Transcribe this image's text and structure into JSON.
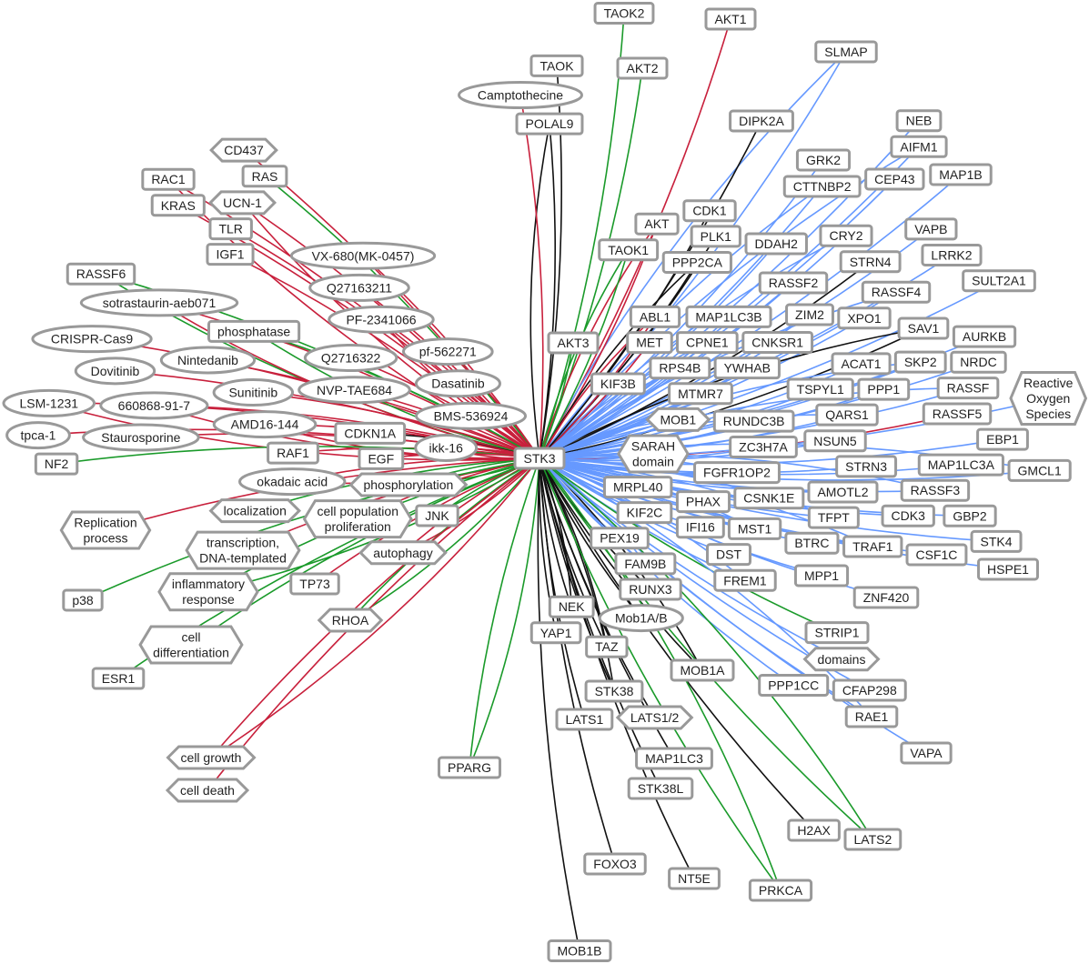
{
  "title": "STK3 interaction network",
  "center": {
    "label": "STK3",
    "shape": "rect"
  },
  "edge_colors": {
    "red": "#c8203c",
    "green": "#1a9a2a",
    "black": "#111111",
    "blue": "#6699ff"
  },
  "node_style": {
    "stroke": "#999999",
    "fill": "#ffffff"
  },
  "nodes": [
    {
      "label": "TAOK2",
      "shape": "rect",
      "rel": "green"
    },
    {
      "label": "AKT1",
      "shape": "rect",
      "rel": "red"
    },
    {
      "label": "SLMAP",
      "shape": "rect",
      "rel": "blue"
    },
    {
      "label": "TAOK",
      "shape": "rect",
      "rel": "black"
    },
    {
      "label": "AKT2",
      "shape": "rect",
      "rel": "green"
    },
    {
      "label": "POLAL9",
      "shape": "rect",
      "rel": "black"
    },
    {
      "label": "Camptothecine",
      "shape": "ellipse",
      "rel": "red"
    },
    {
      "label": "DIPK2A",
      "shape": "rect",
      "rel": "black"
    },
    {
      "label": "AIFM1",
      "shape": "rect",
      "rel": "blue"
    },
    {
      "label": "NEB",
      "shape": "rect",
      "rel": "blue"
    },
    {
      "label": "GRK2",
      "shape": "rect",
      "rel": "blue"
    },
    {
      "label": "CTTNBP2",
      "shape": "rect",
      "rel": "blue"
    },
    {
      "label": "CEP43",
      "shape": "rect",
      "rel": "blue"
    },
    {
      "label": "MAP1B",
      "shape": "rect",
      "rel": "blue"
    },
    {
      "label": "AKT",
      "shape": "rect",
      "rel": "red"
    },
    {
      "label": "CDK1",
      "shape": "rect",
      "rel": "black"
    },
    {
      "label": "PLK1",
      "shape": "rect",
      "rel": "black"
    },
    {
      "label": "TAOK1",
      "shape": "rect",
      "rel": "green"
    },
    {
      "label": "DDAH2",
      "shape": "rect",
      "rel": "blue"
    },
    {
      "label": "VAPB",
      "shape": "rect",
      "rel": "blue"
    },
    {
      "label": "CRY2",
      "shape": "rect",
      "rel": "blue"
    },
    {
      "label": "STRN4",
      "shape": "rect",
      "rel": "black"
    },
    {
      "label": "LRRK2",
      "shape": "rect",
      "rel": "blue"
    },
    {
      "label": "PPP2CA",
      "shape": "rect",
      "rel": "black"
    },
    {
      "label": "SULT2A1",
      "shape": "rect",
      "rel": "blue"
    },
    {
      "label": "RASSF2",
      "shape": "rect",
      "rel": "blue"
    },
    {
      "label": "RASSF4",
      "shape": "rect",
      "rel": "blue"
    },
    {
      "label": "ZIM2",
      "shape": "rect",
      "rel": "blue"
    },
    {
      "label": "XPO1",
      "shape": "rect",
      "rel": "blue"
    },
    {
      "label": "SAV1",
      "shape": "rect",
      "rel": "black"
    },
    {
      "label": "MAP1LC3B",
      "shape": "rect",
      "rel": "blue"
    },
    {
      "label": "CNKSR1",
      "shape": "rect",
      "rel": "blue"
    },
    {
      "label": "ABL1",
      "shape": "rect",
      "rel": "red"
    },
    {
      "label": "AKT3",
      "shape": "rect",
      "rel": "green"
    },
    {
      "label": "MET",
      "shape": "rect",
      "rel": "red"
    },
    {
      "label": "CPNE1",
      "shape": "rect",
      "rel": "blue"
    },
    {
      "label": "AURKB",
      "shape": "rect",
      "rel": "blue"
    },
    {
      "label": "ACAT1",
      "shape": "rect",
      "rel": "blue"
    },
    {
      "label": "SKP2",
      "shape": "rect",
      "rel": "blue"
    },
    {
      "label": "NRDC",
      "shape": "rect",
      "rel": "blue"
    },
    {
      "label": "KIF3B",
      "shape": "rect",
      "rel": "blue"
    },
    {
      "label": "RPS4B",
      "shape": "rect",
      "rel": "blue"
    },
    {
      "label": "YWHAB",
      "shape": "rect",
      "rel": "blue"
    },
    {
      "label": "PPP1",
      "shape": "rect",
      "rel": "blue"
    },
    {
      "label": "RASSF",
      "shape": "rect",
      "rel": "blue"
    },
    {
      "label": "TSPYL1",
      "shape": "rect",
      "rel": "blue"
    },
    {
      "label": "MTMR7",
      "shape": "rect",
      "rel": "blue"
    },
    {
      "label": "QARS1",
      "shape": "rect",
      "rel": "blue"
    },
    {
      "label": "RASSF5",
      "shape": "rect",
      "rel": "red"
    },
    {
      "label": "Reactive\nOxygen\nSpecies",
      "shape": "hex",
      "rel": "blue"
    },
    {
      "label": "MOB1",
      "shape": "hex",
      "rel": "blue"
    },
    {
      "label": "RUNDC3B",
      "shape": "rect",
      "rel": "blue"
    },
    {
      "label": "SARAH\ndomain",
      "shape": "hex",
      "rel": "blue"
    },
    {
      "label": "FGFR1OP2",
      "shape": "rect",
      "rel": "blue"
    },
    {
      "label": "ZC3H7A",
      "shape": "rect",
      "rel": "blue"
    },
    {
      "label": "NSUN5",
      "shape": "rect",
      "rel": "blue"
    },
    {
      "label": "GMCL1",
      "shape": "rect",
      "rel": "blue"
    },
    {
      "label": "EBP1",
      "shape": "rect",
      "rel": "blue"
    },
    {
      "label": "MAP1LC3A",
      "shape": "rect",
      "rel": "blue"
    },
    {
      "label": "RASSF3",
      "shape": "rect",
      "rel": "blue"
    },
    {
      "label": "STRN3",
      "shape": "rect",
      "rel": "blue"
    },
    {
      "label": "MRPL40",
      "shape": "rect",
      "rel": "blue"
    },
    {
      "label": "CSNK1E",
      "shape": "rect",
      "rel": "blue"
    },
    {
      "label": "AMOTL2",
      "shape": "rect",
      "rel": "blue"
    },
    {
      "label": "KIF2C",
      "shape": "rect",
      "rel": "blue"
    },
    {
      "label": "PHAX",
      "shape": "rect",
      "rel": "blue"
    },
    {
      "label": "CDK3",
      "shape": "rect",
      "rel": "blue"
    },
    {
      "label": "GBP2",
      "shape": "rect",
      "rel": "blue"
    },
    {
      "label": "TFPT",
      "shape": "rect",
      "rel": "blue"
    },
    {
      "label": "IFI16",
      "shape": "rect",
      "rel": "blue"
    },
    {
      "label": "STK4",
      "shape": "rect",
      "rel": "blue"
    },
    {
      "label": "MST1",
      "shape": "rect",
      "rel": "blue"
    },
    {
      "label": "BTRC",
      "shape": "rect",
      "rel": "blue"
    },
    {
      "label": "PEX19",
      "shape": "rect",
      "rel": "blue"
    },
    {
      "label": "TRAF1",
      "shape": "rect",
      "rel": "blue"
    },
    {
      "label": "CSF1C",
      "shape": "rect",
      "rel": "blue"
    },
    {
      "label": "HSPE1",
      "shape": "rect",
      "rel": "blue"
    },
    {
      "label": "FAM9B",
      "shape": "rect",
      "rel": "blue"
    },
    {
      "label": "DST",
      "shape": "rect",
      "rel": "blue"
    },
    {
      "label": "RUNX3",
      "shape": "rect",
      "rel": "black"
    },
    {
      "label": "FREM1",
      "shape": "rect",
      "rel": "blue"
    },
    {
      "label": "MPP1",
      "shape": "rect",
      "rel": "blue"
    },
    {
      "label": "ZNF420",
      "shape": "rect",
      "rel": "blue"
    },
    {
      "label": "NEK",
      "shape": "rect",
      "rel": "black"
    },
    {
      "label": "Mob1A/B",
      "shape": "ellipse",
      "rel": "black"
    },
    {
      "label": "YAP1",
      "shape": "rect",
      "rel": "black"
    },
    {
      "label": "TAZ",
      "shape": "rect",
      "rel": "black"
    },
    {
      "label": "STRIP1",
      "shape": "rect",
      "rel": "green"
    },
    {
      "label": "domains",
      "shape": "hex",
      "rel": "blue"
    },
    {
      "label": "MOB1A",
      "shape": "rect",
      "rel": "black"
    },
    {
      "label": "PPP1CC",
      "shape": "rect",
      "rel": "blue"
    },
    {
      "label": "CFAP298",
      "shape": "rect",
      "rel": "blue"
    },
    {
      "label": "STK38",
      "shape": "rect",
      "rel": "black"
    },
    {
      "label": "LATS1/2",
      "shape": "hex",
      "rel": "black"
    },
    {
      "label": "LATS1",
      "shape": "rect",
      "rel": "black"
    },
    {
      "label": "RAE1",
      "shape": "rect",
      "rel": "blue"
    },
    {
      "label": "VAPA",
      "shape": "rect",
      "rel": "blue"
    },
    {
      "label": "MAP1LC3",
      "shape": "rect",
      "rel": "black"
    },
    {
      "label": "PPARG",
      "shape": "rect",
      "rel": "green"
    },
    {
      "label": "STK38L",
      "shape": "rect",
      "rel": "black"
    },
    {
      "label": "H2AX",
      "shape": "rect",
      "rel": "black"
    },
    {
      "label": "LATS2",
      "shape": "rect",
      "rel": "green"
    },
    {
      "label": "FOXO3",
      "shape": "rect",
      "rel": "black"
    },
    {
      "label": "NT5E",
      "shape": "rect",
      "rel": "black"
    },
    {
      "label": "PRKCA",
      "shape": "rect",
      "rel": "green"
    },
    {
      "label": "MOB1B",
      "shape": "rect",
      "rel": "black"
    },
    {
      "label": "CD437",
      "shape": "hex",
      "rel": "red"
    },
    {
      "label": "RAC1",
      "shape": "rect",
      "rel": "red"
    },
    {
      "label": "RAS",
      "shape": "rect",
      "rel": "green"
    },
    {
      "label": "KRAS",
      "shape": "rect",
      "rel": "red"
    },
    {
      "label": "UCN-1",
      "shape": "hex",
      "rel": "red"
    },
    {
      "label": "TLR",
      "shape": "rect",
      "rel": "red"
    },
    {
      "label": "IGF1",
      "shape": "rect",
      "rel": "red"
    },
    {
      "label": "RASSF6",
      "shape": "rect",
      "rel": "green"
    },
    {
      "label": "VX-680(MK-0457)",
      "shape": "ellipse",
      "rel": "red"
    },
    {
      "label": "Q27163211",
      "shape": "ellipse",
      "rel": "red"
    },
    {
      "label": "sotrastaurin-aeb071",
      "shape": "ellipse",
      "rel": "red"
    },
    {
      "label": "CRISPR-Cas9",
      "shape": "ellipse",
      "rel": "red"
    },
    {
      "label": "Q2716322",
      "shape": "ellipse",
      "rel": "red"
    },
    {
      "label": "PF-2341066",
      "shape": "ellipse",
      "rel": "red"
    },
    {
      "label": "Dovitinib",
      "shape": "ellipse",
      "rel": "red"
    },
    {
      "label": "Nintedanib",
      "shape": "ellipse",
      "rel": "red"
    },
    {
      "label": "phosphatase",
      "shape": "rect",
      "rel": "green"
    },
    {
      "label": "pf-562271",
      "shape": "ellipse",
      "rel": "red"
    },
    {
      "label": "Dasatinib",
      "shape": "ellipse",
      "rel": "red"
    },
    {
      "label": "660868-91-7",
      "shape": "ellipse",
      "rel": "red"
    },
    {
      "label": "NVP-TAE684",
      "shape": "ellipse",
      "rel": "red"
    },
    {
      "label": "BMS-536924",
      "shape": "ellipse",
      "rel": "red"
    },
    {
      "label": "LSM-1231",
      "shape": "ellipse",
      "rel": "red"
    },
    {
      "label": "Sunitinib",
      "shape": "ellipse",
      "rel": "red"
    },
    {
      "label": "CDKN1A",
      "shape": "rect",
      "rel": "black"
    },
    {
      "label": "AMD16-144",
      "shape": "ellipse",
      "rel": "red"
    },
    {
      "label": "Staurosporine",
      "shape": "ellipse",
      "rel": "red"
    },
    {
      "label": "RAF1",
      "shape": "rect",
      "rel": "red"
    },
    {
      "label": "ikk-16",
      "shape": "ellipse",
      "rel": "red"
    },
    {
      "label": "tpca-1",
      "shape": "ellipse",
      "rel": "red"
    },
    {
      "label": "NF2",
      "shape": "rect",
      "rel": "green"
    },
    {
      "label": "okadaic acid",
      "shape": "ellipse",
      "rel": "red"
    },
    {
      "label": "EGF",
      "shape": "rect",
      "rel": "red"
    },
    {
      "label": "localization",
      "shape": "hex",
      "rel": "green"
    },
    {
      "label": "phosphorylation",
      "shape": "hex",
      "rel": "green"
    },
    {
      "label": "cell population\nproliferation",
      "shape": "hex",
      "rel": "red"
    },
    {
      "label": "JNK",
      "shape": "rect",
      "rel": "green"
    },
    {
      "label": "autophagy",
      "shape": "hex",
      "rel": "red"
    },
    {
      "label": "Replication\nprocess",
      "shape": "hex",
      "rel": "red"
    },
    {
      "label": "transcription,\nDNA-templated",
      "shape": "hex",
      "rel": "red"
    },
    {
      "label": "inflammatory\nresponse",
      "shape": "hex",
      "rel": "green"
    },
    {
      "label": "TP73",
      "shape": "rect",
      "rel": "red"
    },
    {
      "label": "p38",
      "shape": "rect",
      "rel": "green"
    },
    {
      "label": "RHOA",
      "shape": "hex",
      "rel": "green"
    },
    {
      "label": "cell\ndifferentiation",
      "shape": "hex",
      "rel": "green"
    },
    {
      "label": "ESR1",
      "shape": "rect",
      "rel": "green"
    },
    {
      "label": "cell growth",
      "shape": "hex",
      "rel": "red"
    },
    {
      "label": "cell death",
      "shape": "hex",
      "rel": "red"
    }
  ]
}
